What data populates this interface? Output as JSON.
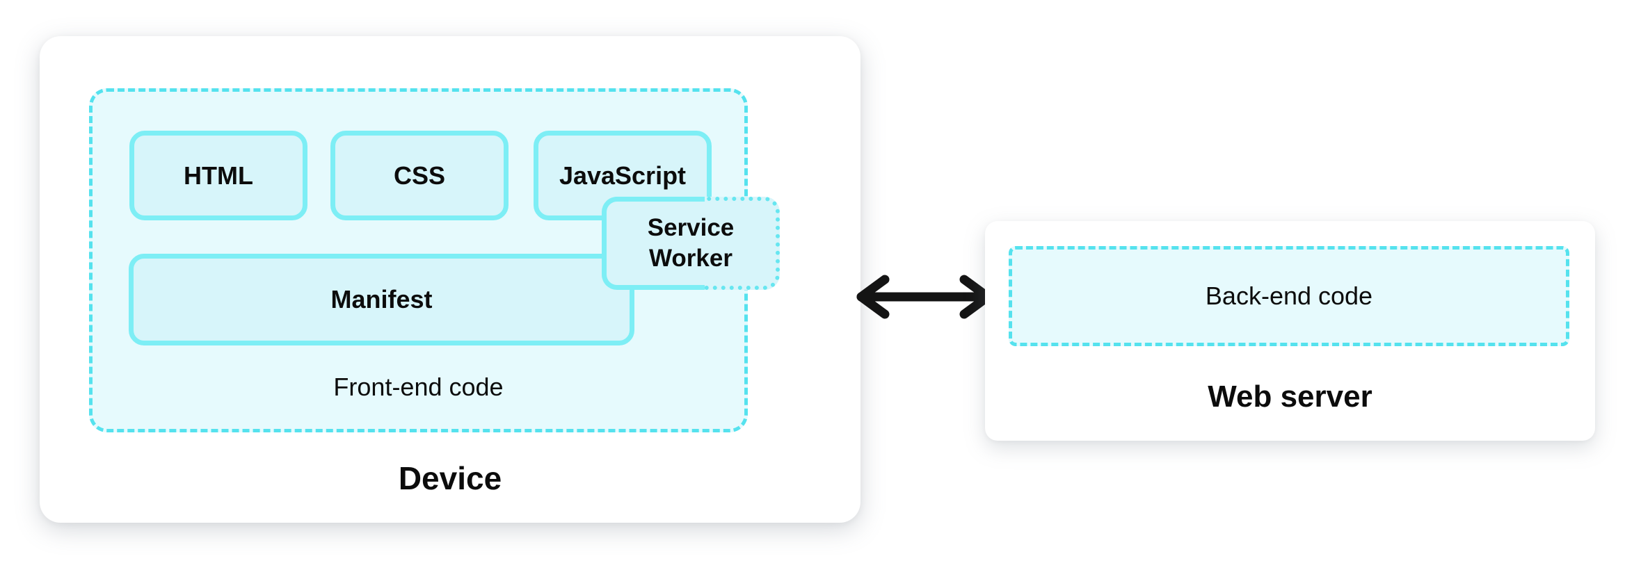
{
  "device": {
    "title": "Device",
    "frontend": {
      "label": "Front-end code",
      "top_boxes": [
        {
          "label": "HTML"
        },
        {
          "label": "CSS"
        },
        {
          "label": "JavaScript"
        }
      ],
      "manifest": {
        "label": "Manifest"
      },
      "service_worker": {
        "label": "Service Worker"
      }
    }
  },
  "web_server": {
    "title": "Web server",
    "backend": {
      "label": "Back-end code"
    }
  },
  "connection": {
    "type": "bidirectional-arrow"
  },
  "colors": {
    "box_fill": "#d7f5fa",
    "box_border": "#7deef5",
    "group_fill": "#e6fafd",
    "group_border": "#55e2ee",
    "sw_border": "#66e6f0",
    "arrow_color": "#141414",
    "text_color": "#0c0c0c",
    "card_bg": "#ffffff"
  }
}
